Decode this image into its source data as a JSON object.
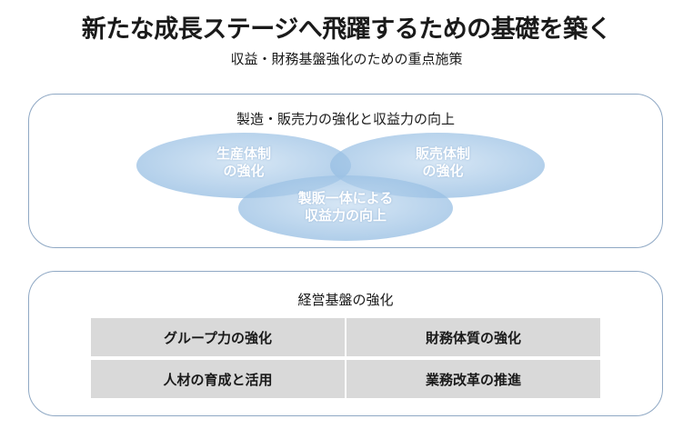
{
  "title": "新たな成長ステージへ飛躍するための基礎を築く",
  "subtitle": "収益・財務基盤強化のための重点施策",
  "manufacturing_sales": {
    "heading": "製造・販売力の強化と収益力の向上",
    "circles": {
      "production": {
        "line1": "生産体制",
        "line2": "の強化"
      },
      "sales": {
        "line1": "販売体制",
        "line2": "の強化"
      },
      "integrated": {
        "line1": "製販一体による",
        "line2": "収益力の向上"
      }
    },
    "colors": {
      "ellipse_fill": "#9dc3e6"
    }
  },
  "management": {
    "heading": "経営基盤の強化",
    "items": [
      {
        "label": "グループ力の強化"
      },
      {
        "label": "財務体質の強化"
      },
      {
        "label": "人材の育成と活用"
      },
      {
        "label": "業務改革の推進"
      }
    ],
    "colors": {
      "cell_fill": "#d9d9d9"
    }
  },
  "colors": {
    "panel_border": "#8fa8c4"
  }
}
